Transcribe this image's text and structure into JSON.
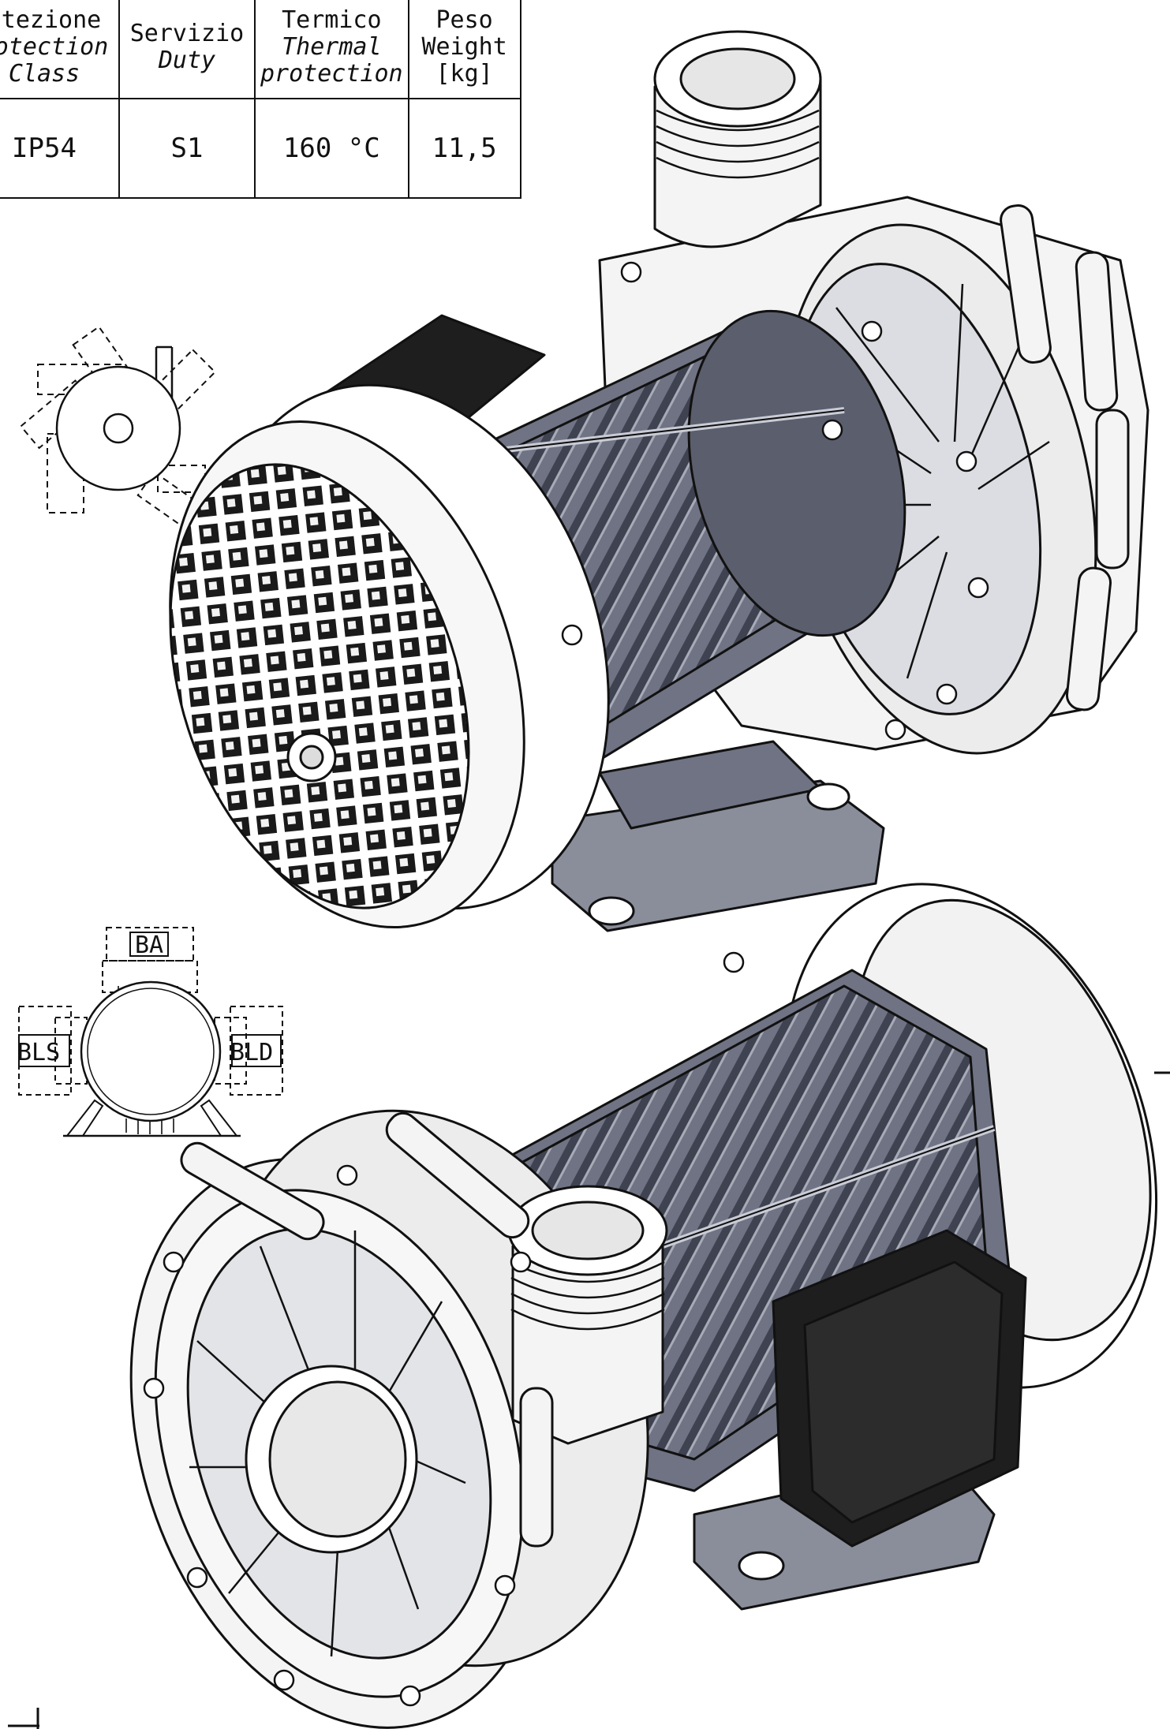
{
  "table": {
    "headers": [
      {
        "it": "otezione",
        "en": "rotection",
        "en2": "Class"
      },
      {
        "it": "Servizio",
        "en": "Duty"
      },
      {
        "it": "Termico",
        "en": "Thermal",
        "en2": "protection"
      },
      {
        "it": "Peso",
        "en": "Weight",
        "en2": "[kg]"
      }
    ],
    "values": [
      "IP54",
      "S1",
      "160 °C",
      "11,5"
    ]
  },
  "labels": {
    "top": "BA",
    "left": "BLS",
    "right": "BLD"
  },
  "colors": {
    "line": "#111111",
    "metal": "#6f7383",
    "metalDark": "#4a4d5a",
    "plastic": "#f4f4f4",
    "box": "#1e1e1e"
  }
}
